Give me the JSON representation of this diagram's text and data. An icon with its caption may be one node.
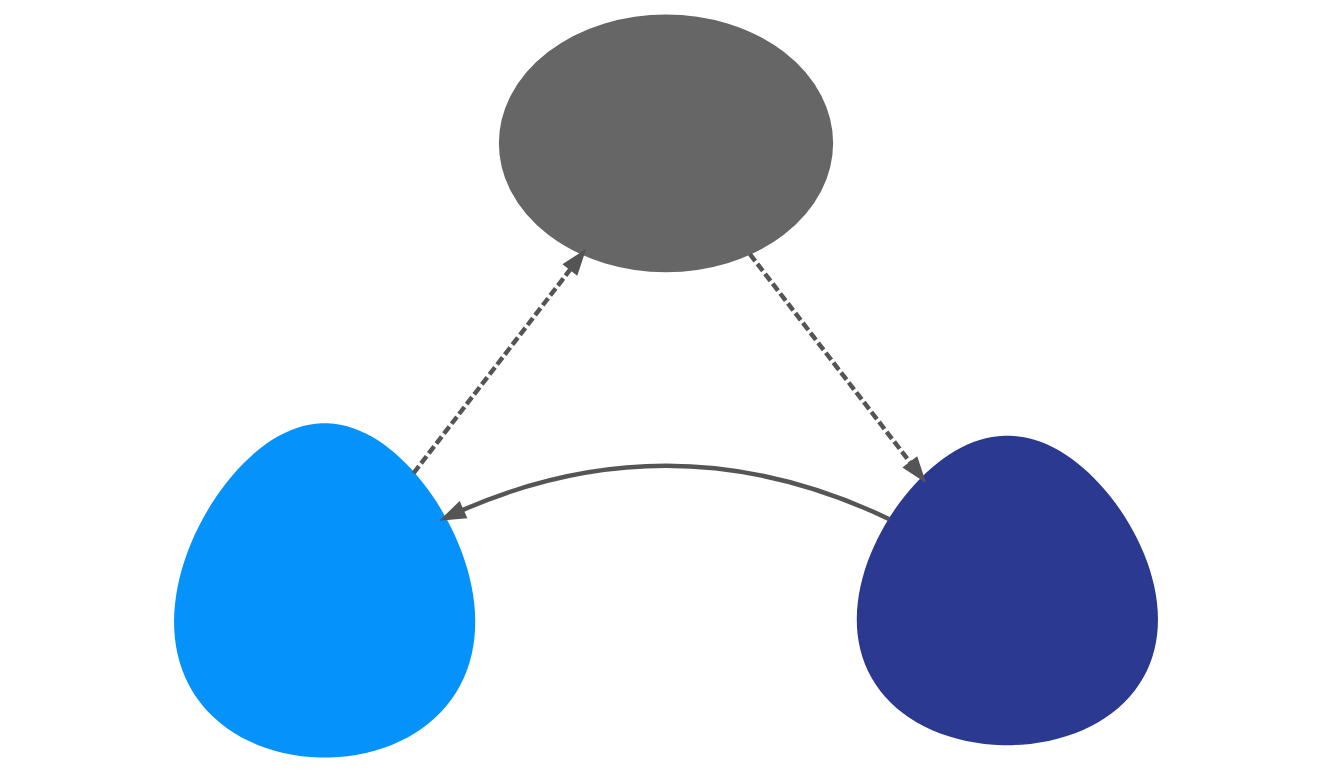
{
  "diagram": {
    "nodes": [
      {
        "text": [],
        "shape": "picture"
      },
      {
        "text": [],
        "shape": "person"
      },
      {
        "text": [],
        "shape": "person"
      }
    ],
    "edges": [
      {
        "from": 1,
        "to": 0,
        "arrow": "to",
        "style": "dashed"
      },
      {
        "from": 0,
        "to": 2,
        "arrow": "to",
        "style": "dashed"
      },
      {
        "from": 2,
        "to": 1,
        "arrow": "to"
      }
    ]
  }
}
